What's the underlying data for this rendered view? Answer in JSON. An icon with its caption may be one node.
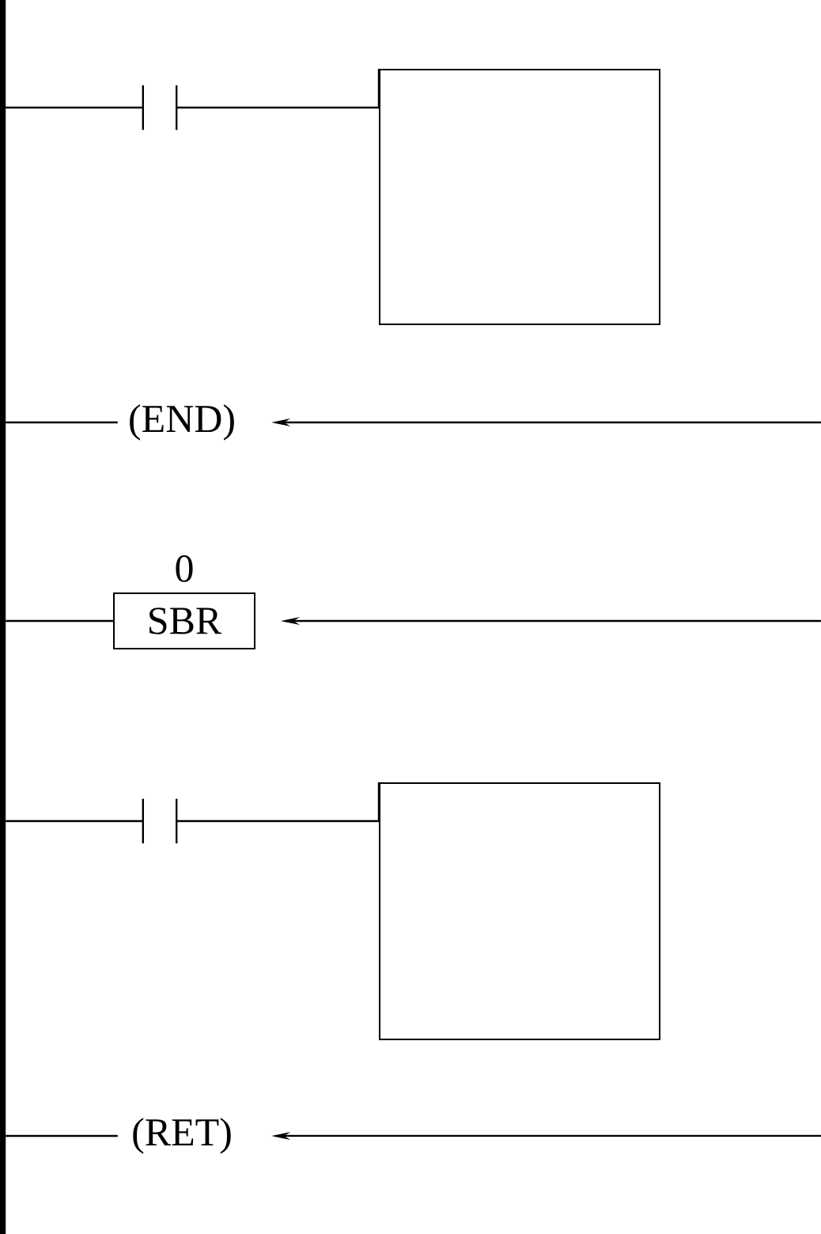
{
  "diagram": {
    "nodes": [
      {
        "text": [],
        "shape": "bar"
      },
      {
        "text": [],
        "shape": "contact"
      },
      {
        "text": [],
        "shape": "box"
      },
      {
        "text": [
          "(END)"
        ]
      },
      {
        "text": [
          "SBR"
        ],
        "beside": [
          "0"
        ]
      },
      {
        "text": [],
        "shape": "contact"
      },
      {
        "text": [],
        "shape": "box"
      },
      {
        "text": [
          "(RET)"
        ]
      }
    ],
    "edges": [
      {
        "from": 0,
        "to": 1,
        "arrow": "none"
      },
      {
        "from": 1,
        "to": 2,
        "arrow": "none"
      },
      {
        "from": 0,
        "to": 3,
        "arrow": "none"
      },
      {
        "from": null,
        "to": 3,
        "arrow": "to"
      },
      {
        "from": 0,
        "to": 4,
        "arrow": "none"
      },
      {
        "from": null,
        "to": 4,
        "arrow": "to"
      },
      {
        "from": 0,
        "to": 5,
        "arrow": "none"
      },
      {
        "from": 5,
        "to": 6,
        "arrow": "none"
      },
      {
        "from": 0,
        "to": 7,
        "arrow": "none"
      },
      {
        "from": null,
        "to": 7,
        "arrow": "to"
      }
    ]
  }
}
